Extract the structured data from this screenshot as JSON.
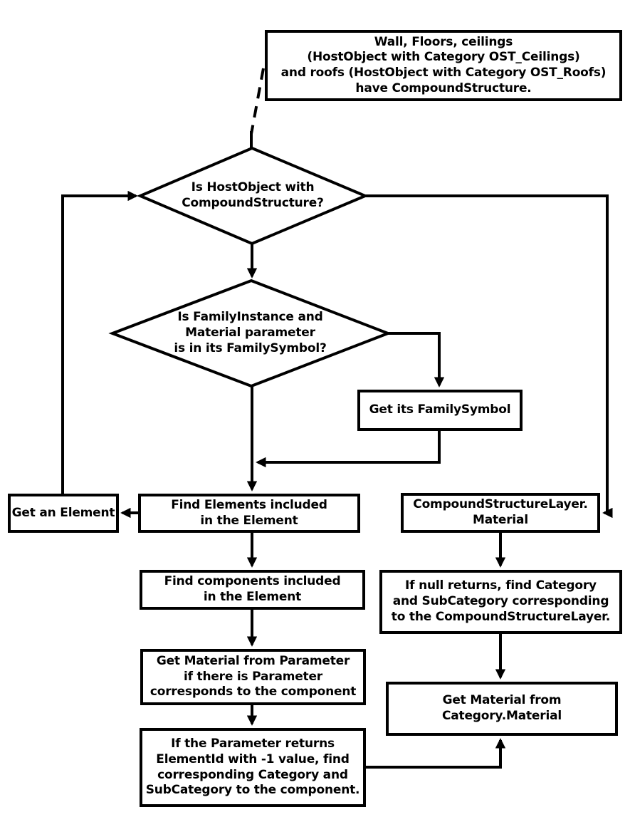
{
  "diagram": {
    "colors": {
      "line": "#000000",
      "background": "#ffffff",
      "text": "#000000"
    },
    "nodes": {
      "host_note": {
        "label": "Wall, Floors, ceilings\n(HostObject with Category OST_Ceilings)\nand roofs (HostObject with Category OST_Roofs)\nhave CompoundStructure."
      },
      "is_hostobject": {
        "label": "Is HostObject with\nCompoundStructure?"
      },
      "is_familyinstance": {
        "label": "Is FamilyInstance and\nMaterial parameter\nis in its FamilySymbol?"
      },
      "get_family_symbol": {
        "label": "Get its FamilySymbol"
      },
      "get_an_element": {
        "label": "Get an Element"
      },
      "find_elements": {
        "label": "Find Elements included\nin the Element"
      },
      "compound_structure_layer": {
        "label": "CompoundStructureLayer.\nMaterial"
      },
      "find_components": {
        "label": "Find components included\nin the Element"
      },
      "if_null_returns": {
        "label": "If null returns, find Category\nand SubCategory corresponding\nto the CompoundStructureLayer."
      },
      "get_material_parameter": {
        "label": "Get Material from Parameter\nif there is Parameter\ncorresponds to the component"
      },
      "get_material_category": {
        "label": "Get Material from\nCategory.Material"
      },
      "if_parameter_returns": {
        "label": "If the Parameter returns\nElementId with -1 value, find\ncorresponding Category and\nSubCategory to the component."
      }
    },
    "edges": [
      {
        "from": "host_note",
        "to": "is_hostobject",
        "style": "dashed"
      },
      {
        "from": "get_an_element",
        "to": "is_hostobject",
        "style": "solid"
      },
      {
        "from": "is_hostobject",
        "to": "compound_structure_layer",
        "style": "solid"
      },
      {
        "from": "is_hostobject",
        "to": "is_familyinstance",
        "style": "solid"
      },
      {
        "from": "is_familyinstance",
        "to": "get_family_symbol",
        "style": "solid"
      },
      {
        "from": "get_family_symbol",
        "to": "find_elements",
        "style": "solid"
      },
      {
        "from": "is_familyinstance",
        "to": "find_elements",
        "style": "solid"
      },
      {
        "from": "find_elements",
        "to": "get_an_element",
        "style": "solid"
      },
      {
        "from": "find_elements",
        "to": "find_components",
        "style": "solid"
      },
      {
        "from": "find_components",
        "to": "get_material_parameter",
        "style": "solid"
      },
      {
        "from": "get_material_parameter",
        "to": "if_parameter_returns",
        "style": "solid"
      },
      {
        "from": "if_parameter_returns",
        "to": "get_material_category",
        "style": "solid"
      },
      {
        "from": "compound_structure_layer",
        "to": "if_null_returns",
        "style": "solid"
      },
      {
        "from": "if_null_returns",
        "to": "get_material_category",
        "style": "solid"
      }
    ]
  }
}
